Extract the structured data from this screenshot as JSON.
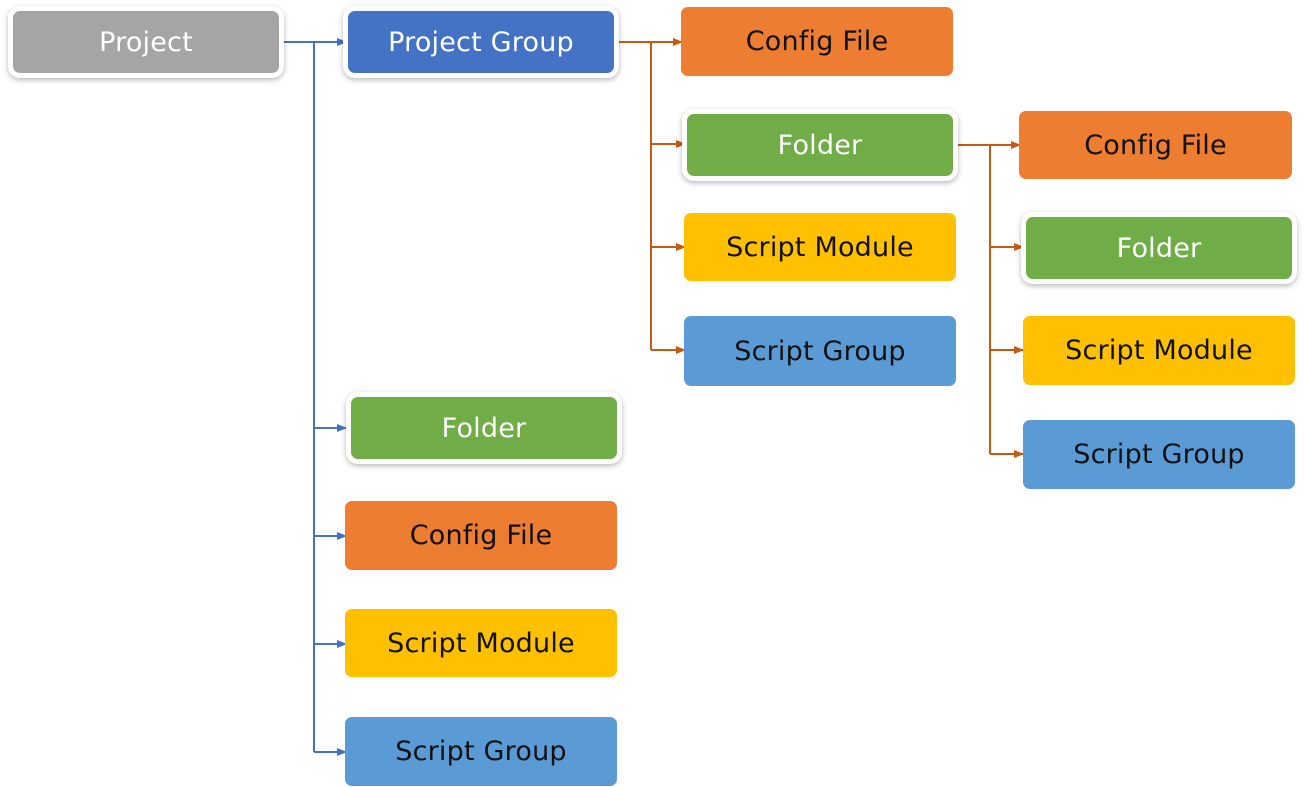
{
  "colors": {
    "project": "#a5a5a5",
    "project_group": "#4472c4",
    "config_file": "#ed7d31",
    "folder": "#70ad47",
    "script_module": "#ffc000",
    "script_group": "#5b9bd5",
    "connector_blue": "#4472c4",
    "connector_orange": "#c55a11"
  },
  "nodes": {
    "project": "Project",
    "project_group": "Project Group",
    "config_file_1": "Config File",
    "folder_1": "Folder",
    "script_module_1": "Script Module",
    "script_group_1": "Script Group",
    "config_file_2": "Config File",
    "folder_2": "Folder",
    "script_module_2": "Script Module",
    "script_group_2": "Script Group",
    "folder_3": "Folder",
    "config_file_3": "Config File",
    "script_module_3": "Script Module",
    "script_group_3": "Script Group"
  }
}
